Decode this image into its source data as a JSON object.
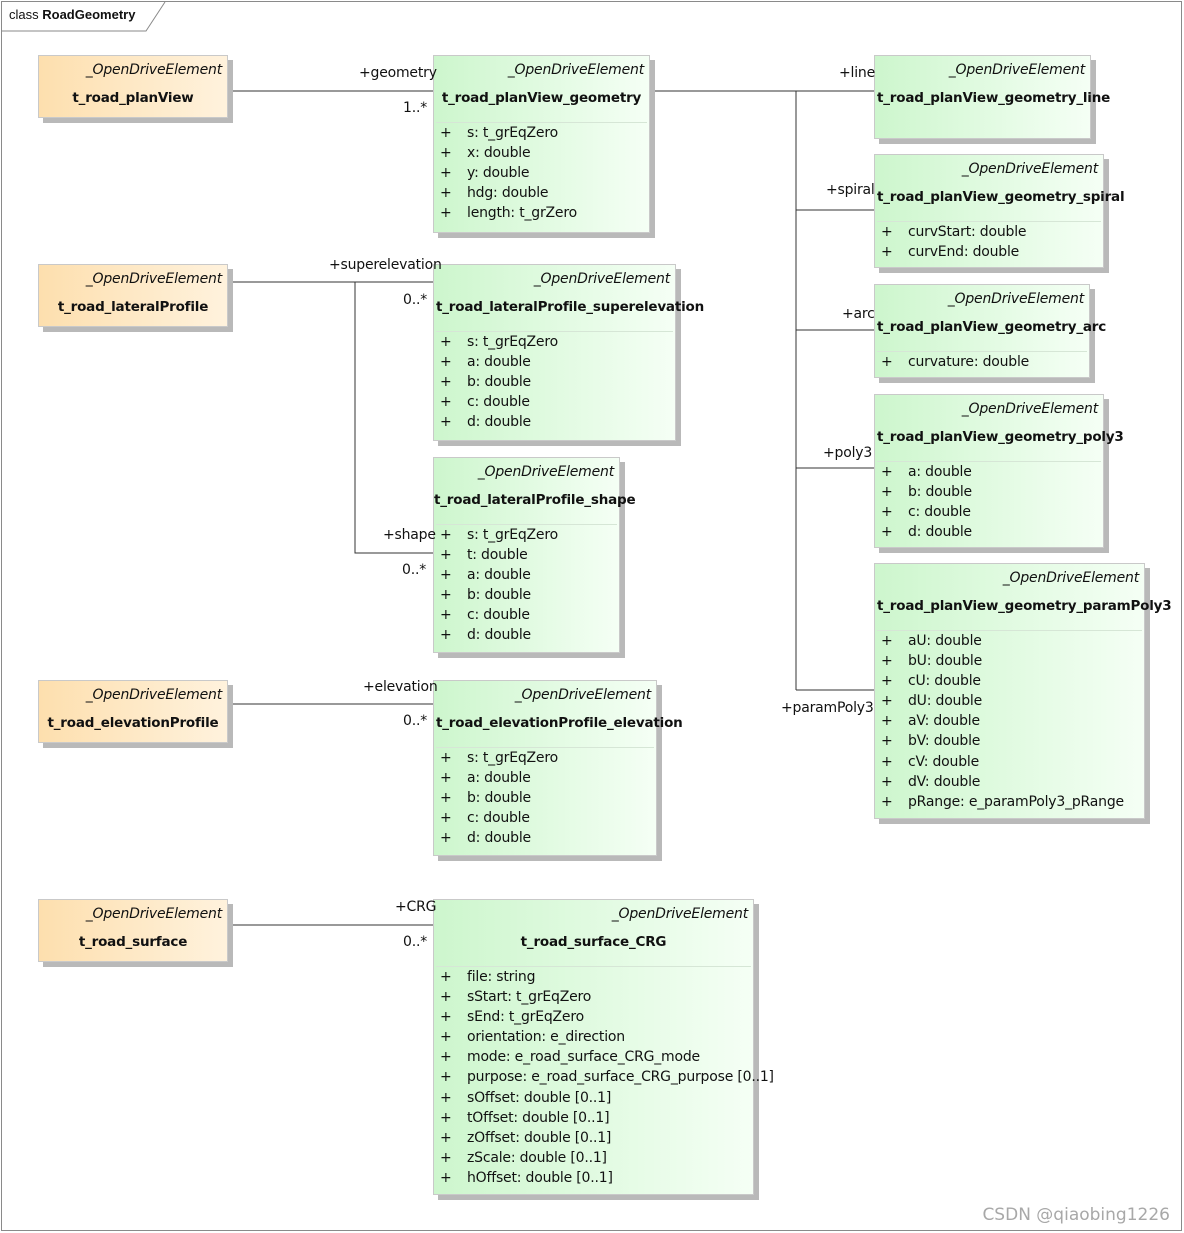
{
  "frame": {
    "keyword": "class",
    "name": "RoadGeometry"
  },
  "stereotype": "_OpenDriveElement",
  "classes": {
    "planView": {
      "name": "t_road_planView"
    },
    "lateralProfile": {
      "name": "t_road_lateralProfile"
    },
    "elevationProfile": {
      "name": "t_road_elevationProfile"
    },
    "surface": {
      "name": "t_road_surface"
    },
    "geometry": {
      "name": "t_road_planView_geometry",
      "attrs": [
        "s: t_grEqZero",
        "x: double",
        "y: double",
        "hdg: double",
        "length: t_grZero"
      ]
    },
    "superelevation": {
      "name": "t_road_lateralProfile_superelevation",
      "attrs": [
        "s: t_grEqZero",
        "a: double",
        "b: double",
        "c: double",
        "d: double"
      ]
    },
    "shape": {
      "name": "t_road_lateralProfile_shape",
      "attrs": [
        "s: t_grEqZero",
        "t: double",
        "a: double",
        "b: double",
        "c: double",
        "d: double"
      ]
    },
    "elevation": {
      "name": "t_road_elevationProfile_elevation",
      "attrs": [
        "s: t_grEqZero",
        "a: double",
        "b: double",
        "c: double",
        "d: double"
      ]
    },
    "crg": {
      "name": "t_road_surface_CRG",
      "attrs": [
        "file: string",
        "sStart: t_grEqZero",
        "sEnd: t_grEqZero",
        "orientation: e_direction",
        "mode: e_road_surface_CRG_mode",
        "purpose: e_road_surface_CRG_purpose [0..1]",
        "sOffset: double [0..1]",
        "tOffset: double [0..1]",
        "zOffset: double [0..1]",
        "zScale: double [0..1]",
        "hOffset: double [0..1]"
      ]
    },
    "line": {
      "name": "t_road_planView_geometry_line"
    },
    "spiral": {
      "name": "t_road_planView_geometry_spiral",
      "attrs": [
        "curvStart: double",
        "curvEnd: double"
      ]
    },
    "arc": {
      "name": "t_road_planView_geometry_arc",
      "attrs": [
        "curvature: double"
      ]
    },
    "poly3": {
      "name": "t_road_planView_geometry_poly3",
      "attrs": [
        "a: double",
        "b: double",
        "c: double",
        "d: double"
      ]
    },
    "paramPoly3": {
      "name": "t_road_planView_geometry_paramPoly3",
      "attrs": [
        "aU: double",
        "bU: double",
        "cU: double",
        "dU: double",
        "aV: double",
        "bV: double",
        "cV: double",
        "dV: double",
        "pRange: e_paramPoly3_pRange"
      ]
    }
  },
  "visibility": "+",
  "roles": {
    "geometry": "+geometry",
    "geometry_mult": "1..*",
    "superelevation": "+superelevation",
    "superelevation_mult": "0..*",
    "shape": "+shape",
    "shape_mult": "0..*",
    "elevation": "+elevation",
    "elevation_mult": "0..*",
    "crg": "+CRG",
    "crg_mult": "0..*",
    "line": "+line",
    "spiral": "+spiral",
    "arc": "+arc",
    "poly3": "+poly3",
    "paramPoly3": "+paramPoly3"
  },
  "watermark": "CSDN @qiaobing1226"
}
